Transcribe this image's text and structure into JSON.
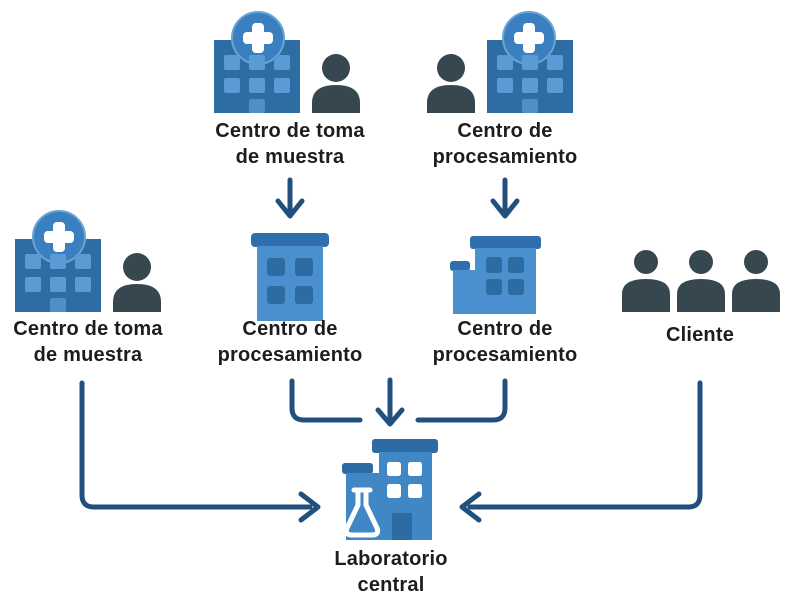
{
  "colors": {
    "background": "#ffffff",
    "text": "#1d1d1d",
    "arrow": "#21507e",
    "hospital_building": "#2d6da3",
    "hospital_window": "#5b9bd5",
    "cross_circle": "#3a7fc0",
    "cross_ring": "#68a4d4",
    "person": "#37474f",
    "building_body": "#4a8fce",
    "building_cap": "#2f6fad",
    "building_window": "#2d6ca2",
    "lab_body": "#3f87c5",
    "lab_cap": "#2d6ca2"
  },
  "nodes": {
    "top_left": {
      "label": "Centro de toma\nde muestra",
      "icon": "hospital-with-person"
    },
    "top_right": {
      "label": "Centro de\nprocesamiento",
      "icon": "person-with-hospital"
    },
    "mid_left": {
      "label": "Centro de toma\nde muestra",
      "icon": "hospital-with-person"
    },
    "mid_center_left": {
      "label": "Centro de\nprocesamiento",
      "icon": "office-building"
    },
    "mid_center_right": {
      "label": "Centro de\nprocesamiento",
      "icon": "office-building-annex"
    },
    "clients": {
      "label": "Cliente",
      "icon": "three-people"
    },
    "lab": {
      "label": "Laboratorio\ncentral",
      "icon": "laboratory-building"
    }
  },
  "edges": [
    {
      "from": "Centro de toma de muestra (arriba)",
      "to": "Centro de procesamiento (medio izquierda)",
      "style": "down-arrow"
    },
    {
      "from": "Centro de procesamiento (arriba)",
      "to": "Centro de procesamiento (medio derecha)",
      "style": "down-arrow"
    },
    {
      "from": "Centro de procesamiento (medio izquierda)",
      "to": "Laboratorio central",
      "style": "merge"
    },
    {
      "from": "Centro de procesamiento (medio derecha)",
      "to": "Laboratorio central",
      "style": "merge"
    },
    {
      "from": "Centro de toma de muestra (izquierda)",
      "to": "Laboratorio central",
      "style": "elbow-right-arrow"
    },
    {
      "from": "Cliente",
      "to": "Laboratorio central",
      "style": "elbow-left-arrow"
    }
  ]
}
